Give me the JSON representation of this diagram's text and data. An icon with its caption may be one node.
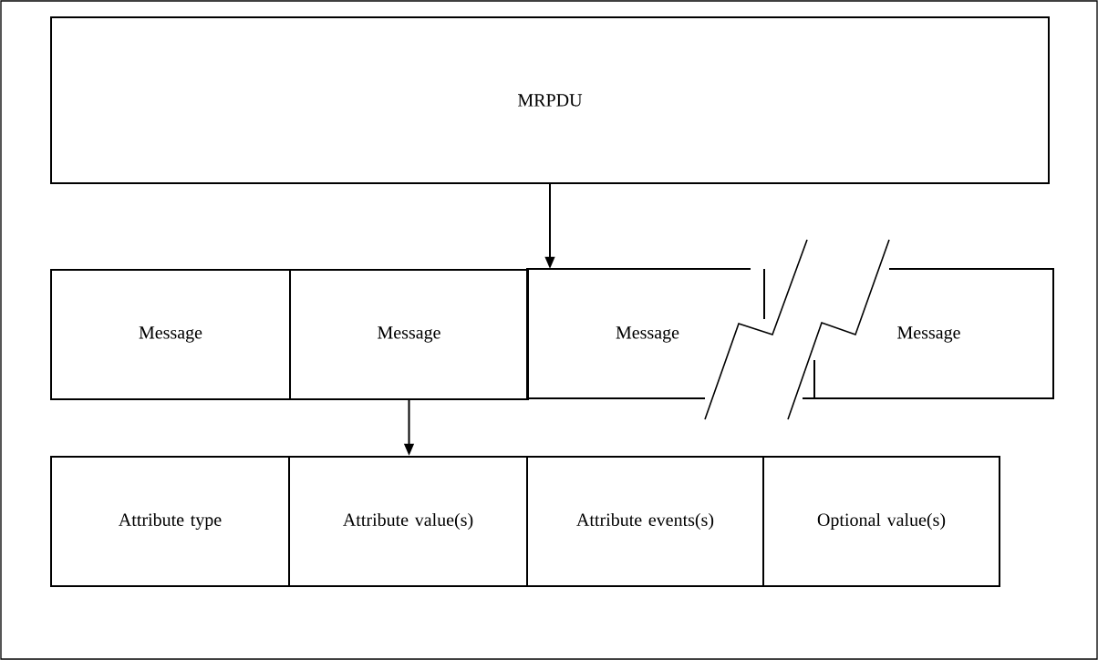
{
  "diagram": {
    "nodes": [
      {
        "text": [
          "MRPDU"
        ]
      },
      {
        "text": [
          "Message"
        ]
      },
      {
        "text": [
          "Message"
        ]
      },
      {
        "text": [
          "Message"
        ]
      },
      {
        "text": [
          "Message"
        ]
      },
      {
        "text": [
          "Attribute type"
        ]
      },
      {
        "text": [
          "Attribute value(s)"
        ]
      },
      {
        "text": [
          "Attribute events(s)"
        ]
      },
      {
        "text": [
          "Optional value(s)"
        ]
      }
    ],
    "edges": [
      {
        "from": 0,
        "to": 3,
        "arrow": "to"
      },
      {
        "from": 2,
        "to": 6,
        "arrow": "to"
      }
    ]
  }
}
